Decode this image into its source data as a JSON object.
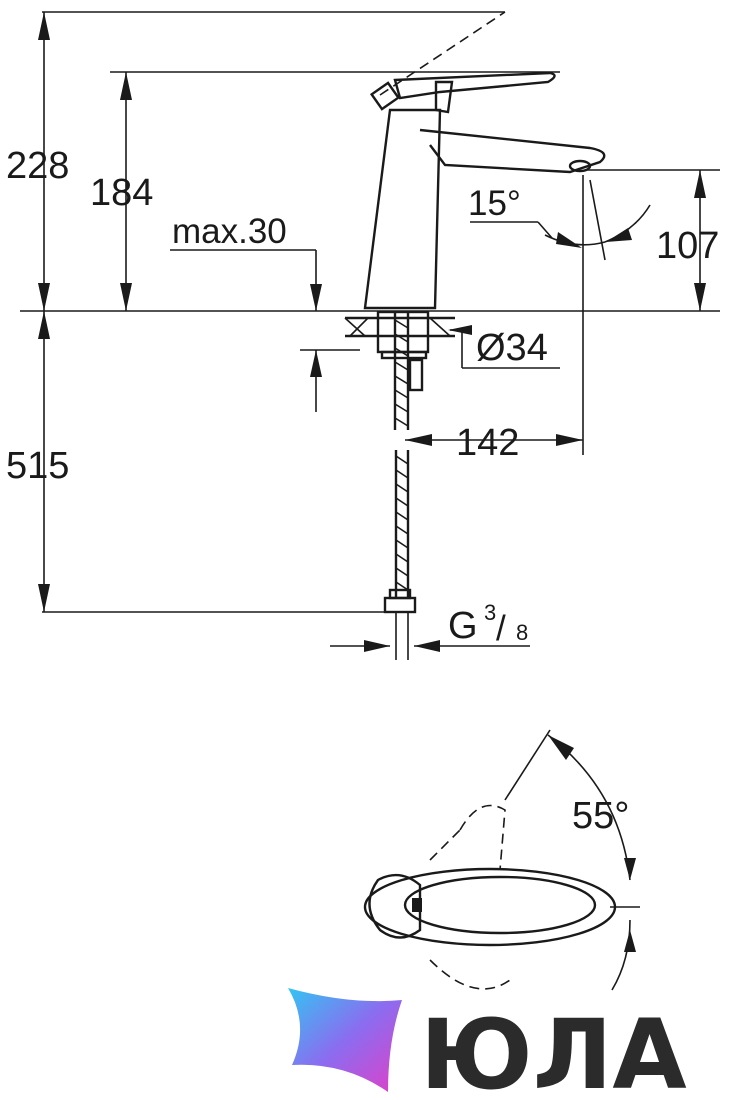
{
  "dimensions": {
    "total_height": "228",
    "lever_height": "184",
    "max_thickness": "max.30",
    "spout_angle": "15°",
    "spout_height": "107",
    "hole_diameter": "Ø34",
    "reach": "142",
    "hose_length": "515",
    "thread_letter": "G",
    "thread_num": "3",
    "thread_den": "8",
    "lever_angle": "55°"
  },
  "brand": {
    "name": "ЮЛА",
    "colors": {
      "gradient_start": "#33c4f2",
      "gradient_mid": "#8a6df0",
      "gradient_end": "#e040c8"
    }
  }
}
